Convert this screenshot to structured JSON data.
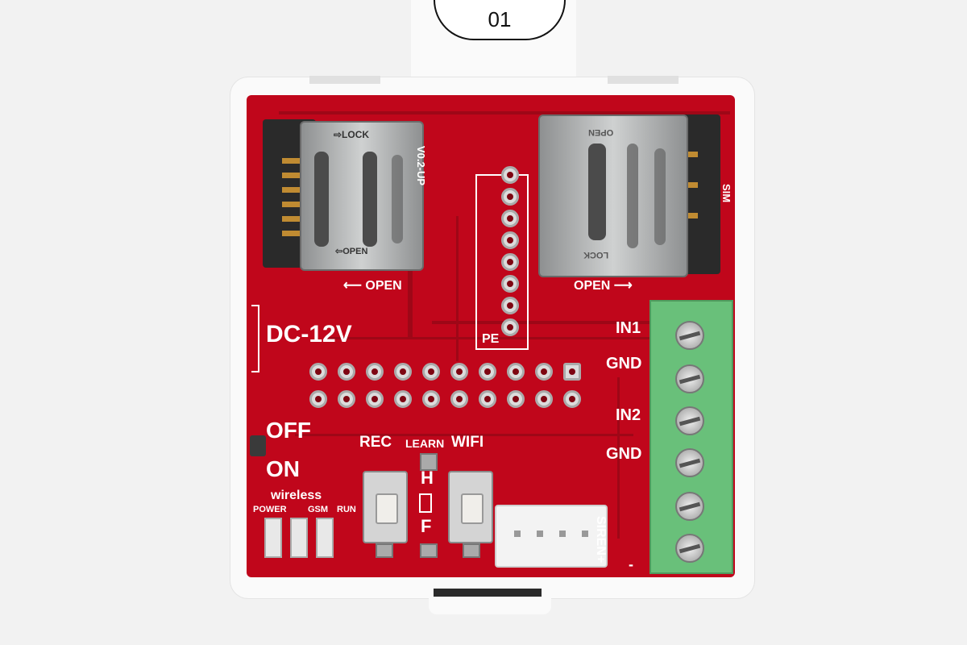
{
  "device_label": "01",
  "silkscreen": {
    "lock_left": "⇨LOCK",
    "open_small_left": "⇦OPEN",
    "slot_left_vertical": "V0.2-UP",
    "open_left": "OPEN",
    "open_right": "OPEN",
    "open_small_right": "OPEN",
    "lock_right": "LOCK",
    "sim": "SIM",
    "pe": "PE",
    "dc": "DC-12V",
    "in1": "IN1",
    "gnd1": "GND",
    "in2": "IN2",
    "gnd2": "GND",
    "off": "OFF",
    "on": "ON",
    "rec": "REC",
    "learn": "LEARN",
    "wifi": "WIFI",
    "h": "H",
    "f": "F",
    "wireless": "wireless",
    "power": "POWER",
    "gsm": "GSM",
    "run": "RUN",
    "siren": "SIREN+",
    "minus": "-"
  },
  "colors": {
    "pcb": "#c0061b",
    "terminal": "#69c07a",
    "housing": "#fafafa"
  },
  "icons": [
    "arrow-left-icon",
    "arrow-right-icon",
    "screw-icon"
  ]
}
